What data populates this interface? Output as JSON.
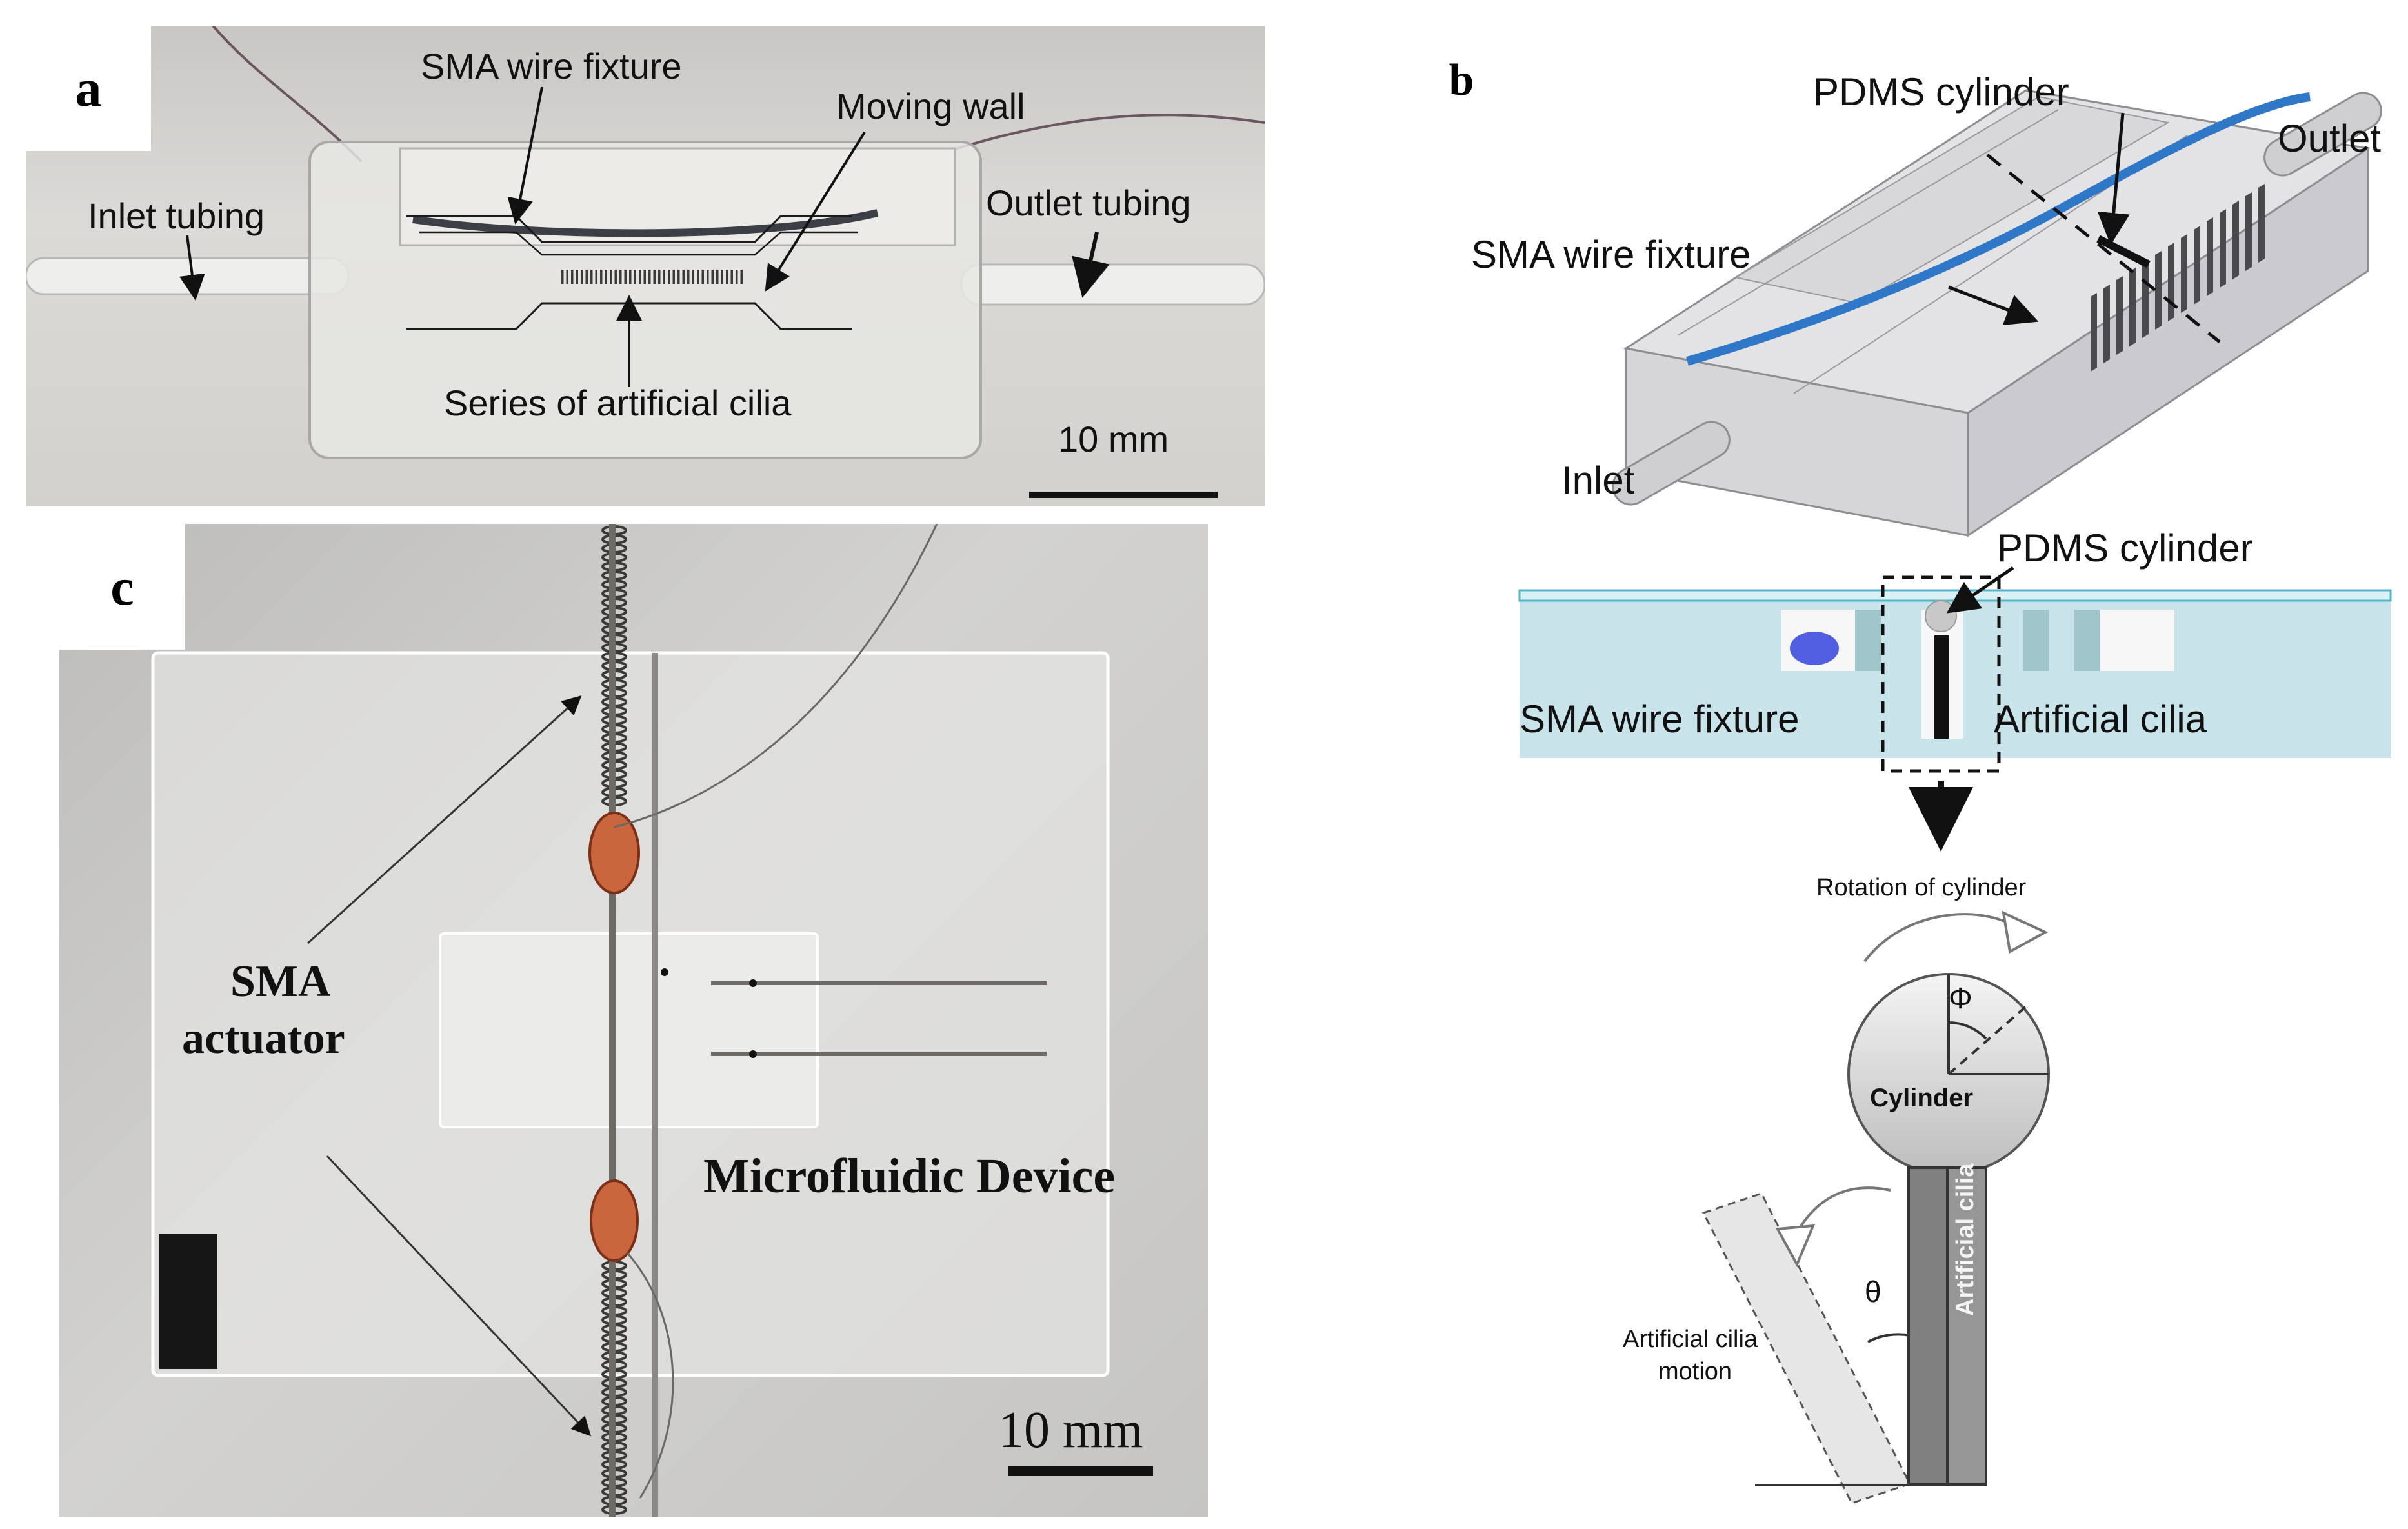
{
  "panel_a": {
    "letter": "a",
    "labels": {
      "sma_wire_fixture": "SMA wire fixture",
      "moving_wall": "Moving wall",
      "inlet_tubing": "Inlet tubing",
      "outlet_tubing": "Outlet tubing",
      "series_cilia": "Series of artificial cilia",
      "scale": "10 mm"
    }
  },
  "panel_b": {
    "letter": "b",
    "labels": {
      "pdms_cylinder_top": "PDMS cylinder",
      "outlet": "Outlet",
      "sma_wire_fixture": "SMA wire fixture",
      "inlet": "Inlet",
      "pdms_cylinder_mid": "PDMS cylinder",
      "sma_wire_fixture_section": "SMA wire fixture",
      "artificial_cilia_section": "Artificial cilia",
      "rotation": "Rotation of cylinder",
      "phi": "Φ",
      "cylinder": "Cylinder",
      "theta": "θ",
      "artificial_cilia_vertical": "Artificial cilia",
      "cilia_motion_line1": "Artificial cilia",
      "cilia_motion_line2": "motion"
    }
  },
  "panel_c": {
    "letter": "c",
    "labels": {
      "sma_line1": "SMA",
      "sma_line2": "actuator",
      "device": "Microfluidic Device",
      "scale": "10 mm"
    }
  },
  "colors": {
    "sma_blue": "#2f78c8",
    "section_fill": "#c9e3ea",
    "section_edge": "#55b6c9",
    "fixture_dot": "#4f5fe0"
  }
}
